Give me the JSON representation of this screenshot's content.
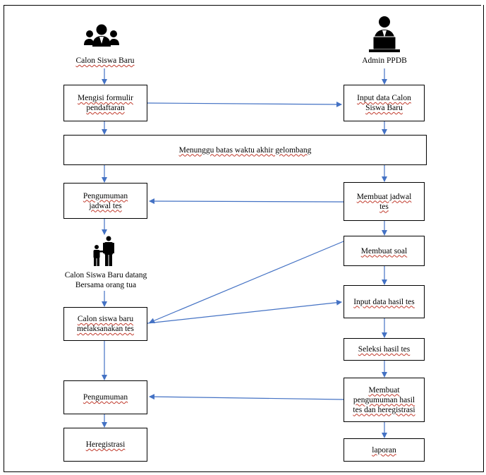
{
  "actors": {
    "student": {
      "label": "Calon Siswa Baru",
      "icon": "student-group-icon"
    },
    "admin": {
      "label": "Admin PPDB",
      "icon": "admin-laptop-icon"
    },
    "parent": {
      "label_line1": "Calon Siswa Baru datang",
      "label_line2": "Bersama orang tua",
      "icon": "parent-child-icon"
    }
  },
  "left": {
    "fill_form": [
      "Mengisi formulir",
      "pendaftaran"
    ],
    "schedule_announcement": [
      "Pengumuman",
      "jadwal tes"
    ],
    "take_test": [
      "Calon siswa baru",
      "melaksanakan tes"
    ],
    "announcement": "Pengumuman",
    "reregistration": "Heregistrasi"
  },
  "wide": {
    "wait": "Menunggu batas waktu akhir gelombang"
  },
  "right": {
    "input_data": [
      "Input data Calon",
      "Siswa Baru"
    ],
    "make_schedule": [
      "Membuat jadwal",
      "tes"
    ],
    "make_questions": "Membuat soal",
    "input_results": "Input data hasil tes",
    "selection": "Seleksi hasil tes",
    "make_announcement": [
      "Membuat",
      "pengumuman hasil",
      "tes dan heregistrasi"
    ],
    "report": "laporan"
  },
  "colors": {
    "arrow": "#4472c4",
    "border": "#000000"
  }
}
